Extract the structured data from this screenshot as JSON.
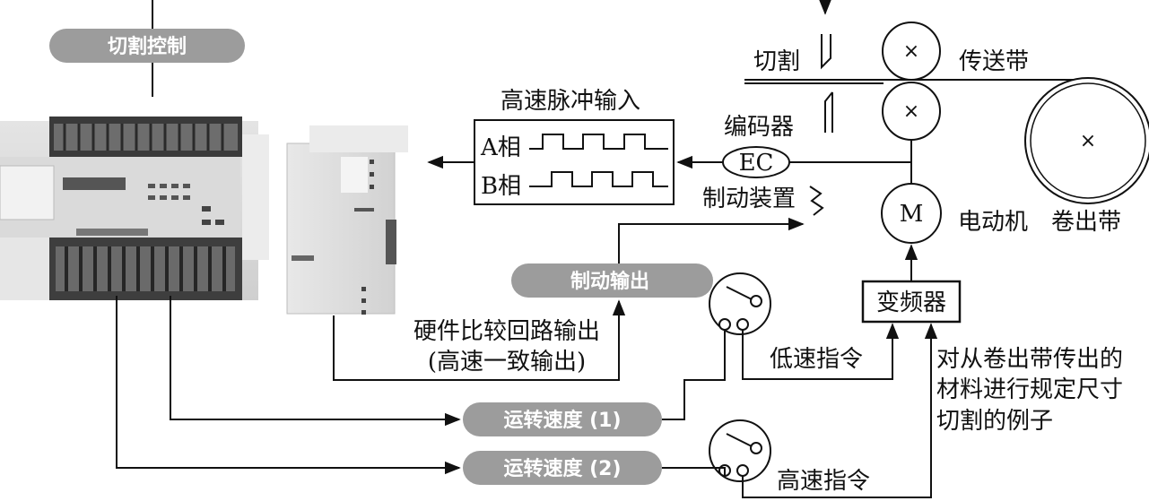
{
  "pills": {
    "cut_control": "切割控制",
    "brake_output": "制动输出",
    "run_speed_1": "运转速度 (1)",
    "run_speed_2": "运转速度 (2)"
  },
  "labels": {
    "hs_pulse_input": "高速脉冲输入",
    "phase_a": "A相",
    "phase_b": "B相",
    "encoder": "编码器",
    "encoder_abbr": "EC",
    "brake_device": "制动装置",
    "cut": "切割",
    "conveyor": "传送带",
    "motor_abbr": "M",
    "motor": "电动机",
    "unwind_belt": "卷出带",
    "inverter": "变频器",
    "hw_compare_line1": "硬件比较回路输出",
    "hw_compare_line2": "(高速一致输出)",
    "low_speed_cmd": "低速指令",
    "high_speed_cmd": "高速指令",
    "caption_line1": "对从卷出带传出的",
    "caption_line2": "材料进行规定尺寸",
    "caption_line3": "切割的例子"
  }
}
